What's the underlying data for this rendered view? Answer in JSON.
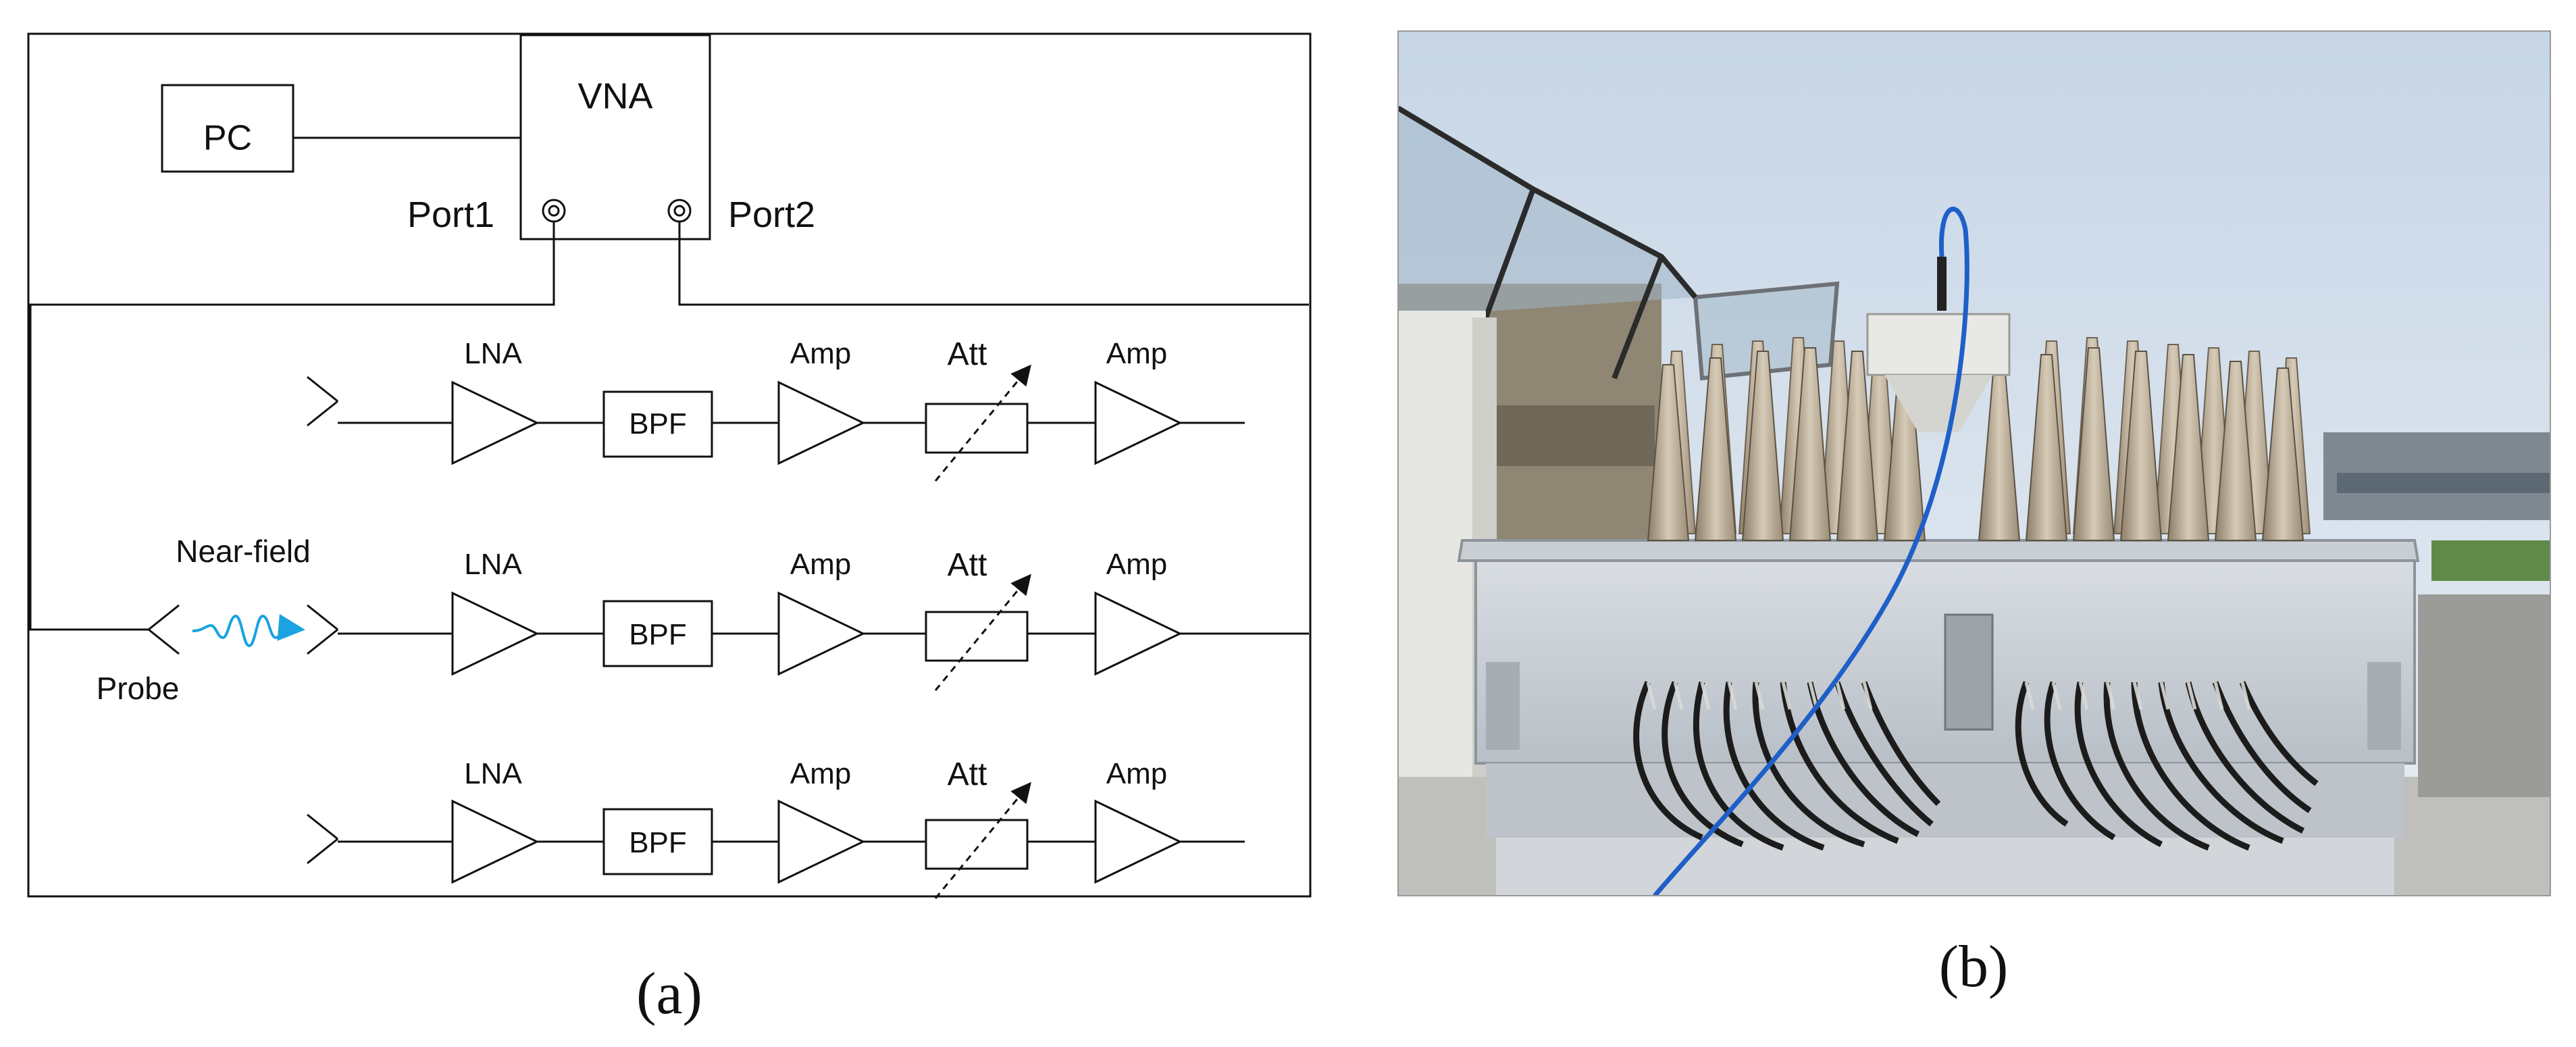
{
  "panel_a": {
    "nodes": {
      "pc": "PC",
      "vna": "VNA",
      "port1": "Port1",
      "port2": "Port2",
      "near_field": "Near-field",
      "probe": "Probe"
    },
    "rows": [
      {
        "lna": "LNA",
        "bpf": "BPF",
        "amp1": "Amp",
        "att": "Att",
        "amp2": "Amp"
      },
      {
        "lna": "LNA",
        "bpf": "BPF",
        "amp1": "Amp",
        "att": "Att",
        "amp2": "Amp"
      },
      {
        "lna": "LNA",
        "bpf": "BPF",
        "amp1": "Amp",
        "att": "Att",
        "amp2": "Amp"
      }
    ],
    "caption": "(a)"
  },
  "panel_b": {
    "caption": "(b)"
  },
  "colors": {
    "line": "#111111",
    "wave": "#1aa3e0",
    "cable": "#1f5fc8"
  }
}
